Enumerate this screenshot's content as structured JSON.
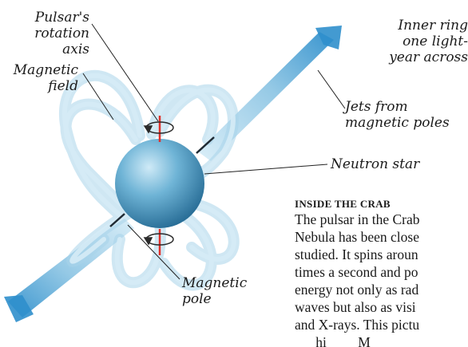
{
  "labels": {
    "rotation_axis": [
      "Pulsar's",
      "rotation",
      "axis"
    ],
    "magnetic_field": [
      "Magnetic",
      "field"
    ],
    "inner_ring": [
      "Inner ring",
      "one light-",
      "year across"
    ],
    "jets": [
      "Jets from",
      "magnetic poles"
    ],
    "neutron_star": "Neutron star",
    "magnetic_pole": [
      "Magnetic",
      "pole"
    ]
  },
  "sidebar": {
    "heading": "INSIDE THE CRAB",
    "body_lines": [
      "The pulsar in the Crab",
      "Nebula has been close",
      "studied. It spins aroun",
      "times a second and po",
      "energy not only as rad",
      "waves but also as visi",
      "and X-rays. This pictu",
      "      hi         M"
    ]
  },
  "colors": {
    "star": "#5aa6cc",
    "field_lines": "#9fcfe6",
    "jet": "#2f8fcc",
    "axis": "#e0302a",
    "pointer": "#222222"
  }
}
